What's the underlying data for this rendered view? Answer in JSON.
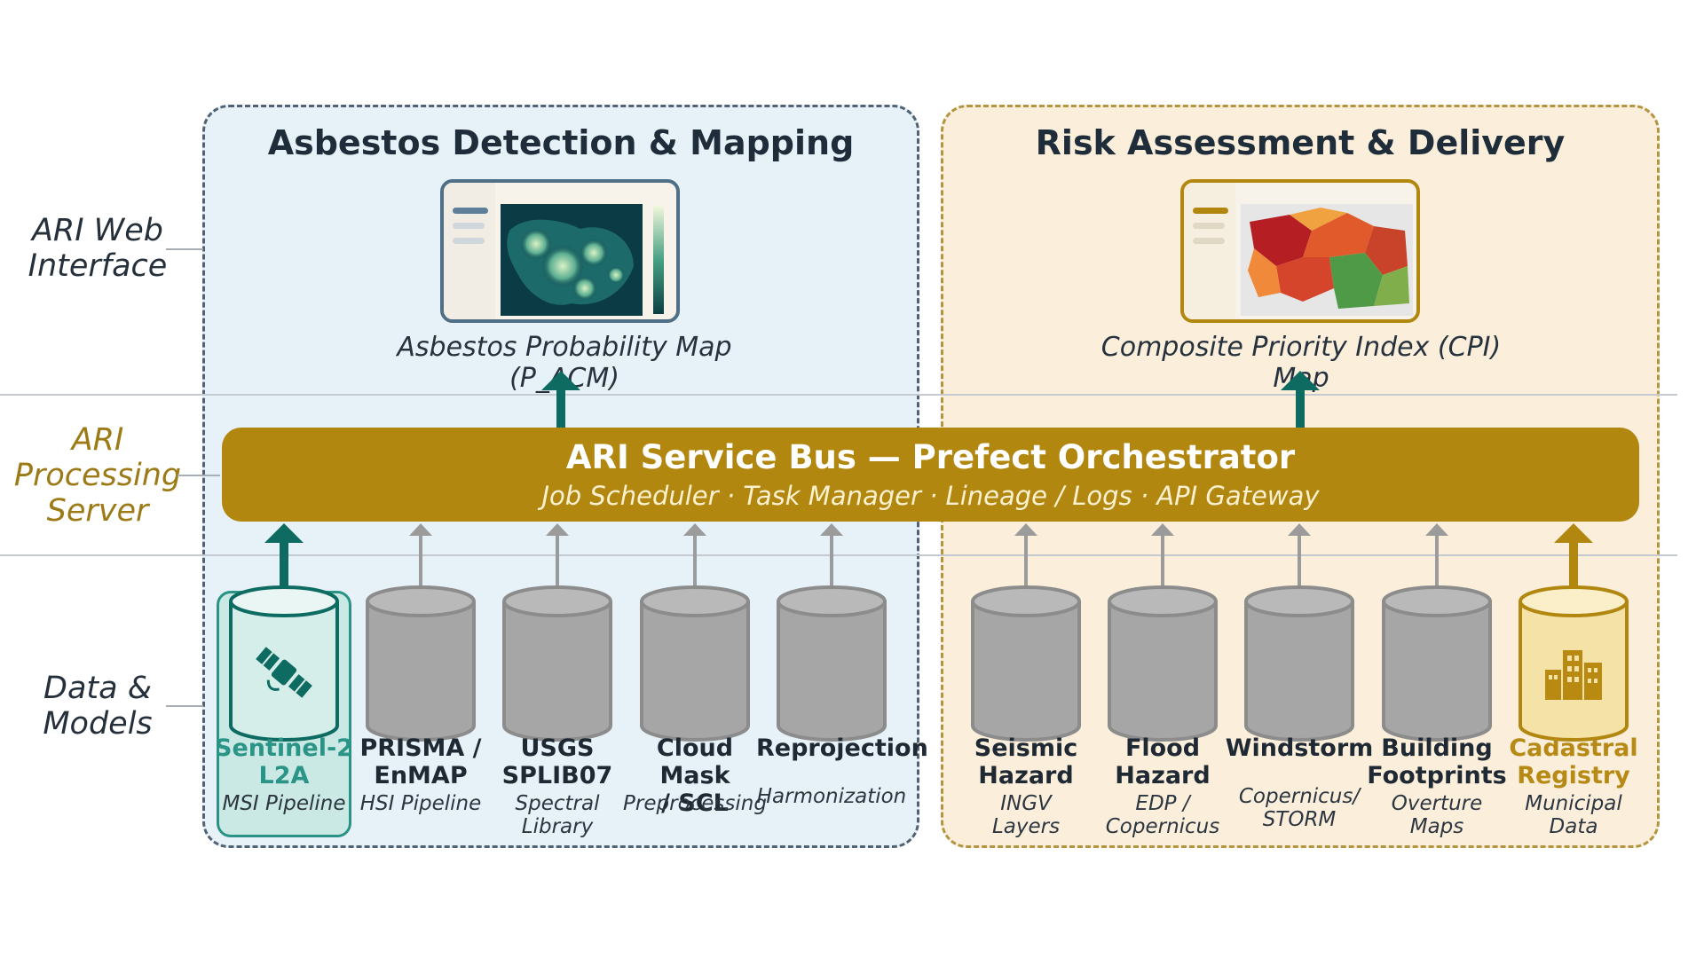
{
  "tiers": {
    "web": "ARI Web\nInterface",
    "processing": "ARI\nProcessing\nServer",
    "data": "Data &\nModels"
  },
  "panels": {
    "left_title": "Asbestos Detection & Mapping",
    "right_title": "Risk Assessment & Delivery"
  },
  "maps": {
    "left_label": "Asbestos Probability Map (P_ACM)",
    "right_label": "Composite Priority Index (CPI) Map"
  },
  "bus": {
    "title": "ARI Service Bus — Prefect Orchestrator",
    "subtitle": "Job Scheduler · Task Manager · Lineage / Logs · API Gateway"
  },
  "datasets": [
    {
      "name": "Sentinel-2\nL2A",
      "desc": "MSI Pipeline",
      "style": "teal",
      "icon": "satellite-icon"
    },
    {
      "name": "PRISMA /\nEnMAP",
      "desc": "HSI Pipeline",
      "style": "gray"
    },
    {
      "name": "USGS\nSPLIB07",
      "desc": "Spectral\nLibrary",
      "style": "gray"
    },
    {
      "name": "Cloud Mask\n/ SCL",
      "desc": "Preprocessing",
      "style": "gray"
    },
    {
      "name": "Reprojection",
      "desc": "Harmonization",
      "style": "gray"
    },
    {
      "name": "Seismic\nHazard",
      "desc": "INGV\nLayers",
      "style": "gray"
    },
    {
      "name": "Flood\nHazard",
      "desc": "EDP /\nCopernicus",
      "style": "gray"
    },
    {
      "name": "Windstorm",
      "desc": "Copernicus/\nSTORM",
      "style": "gray"
    },
    {
      "name": "Building\nFootprints",
      "desc": "Overture\nMaps",
      "style": "gray"
    },
    {
      "name": "Cadastral\nRegistry",
      "desc": "Municipal Data",
      "style": "gold",
      "icon": "buildings-icon"
    }
  ],
  "colors": {
    "teal": "#0d6b61",
    "gold": "#b28710",
    "gray": "#9b9b9b",
    "teal_text": "#2a9487",
    "gold_text": "#b68a14"
  }
}
